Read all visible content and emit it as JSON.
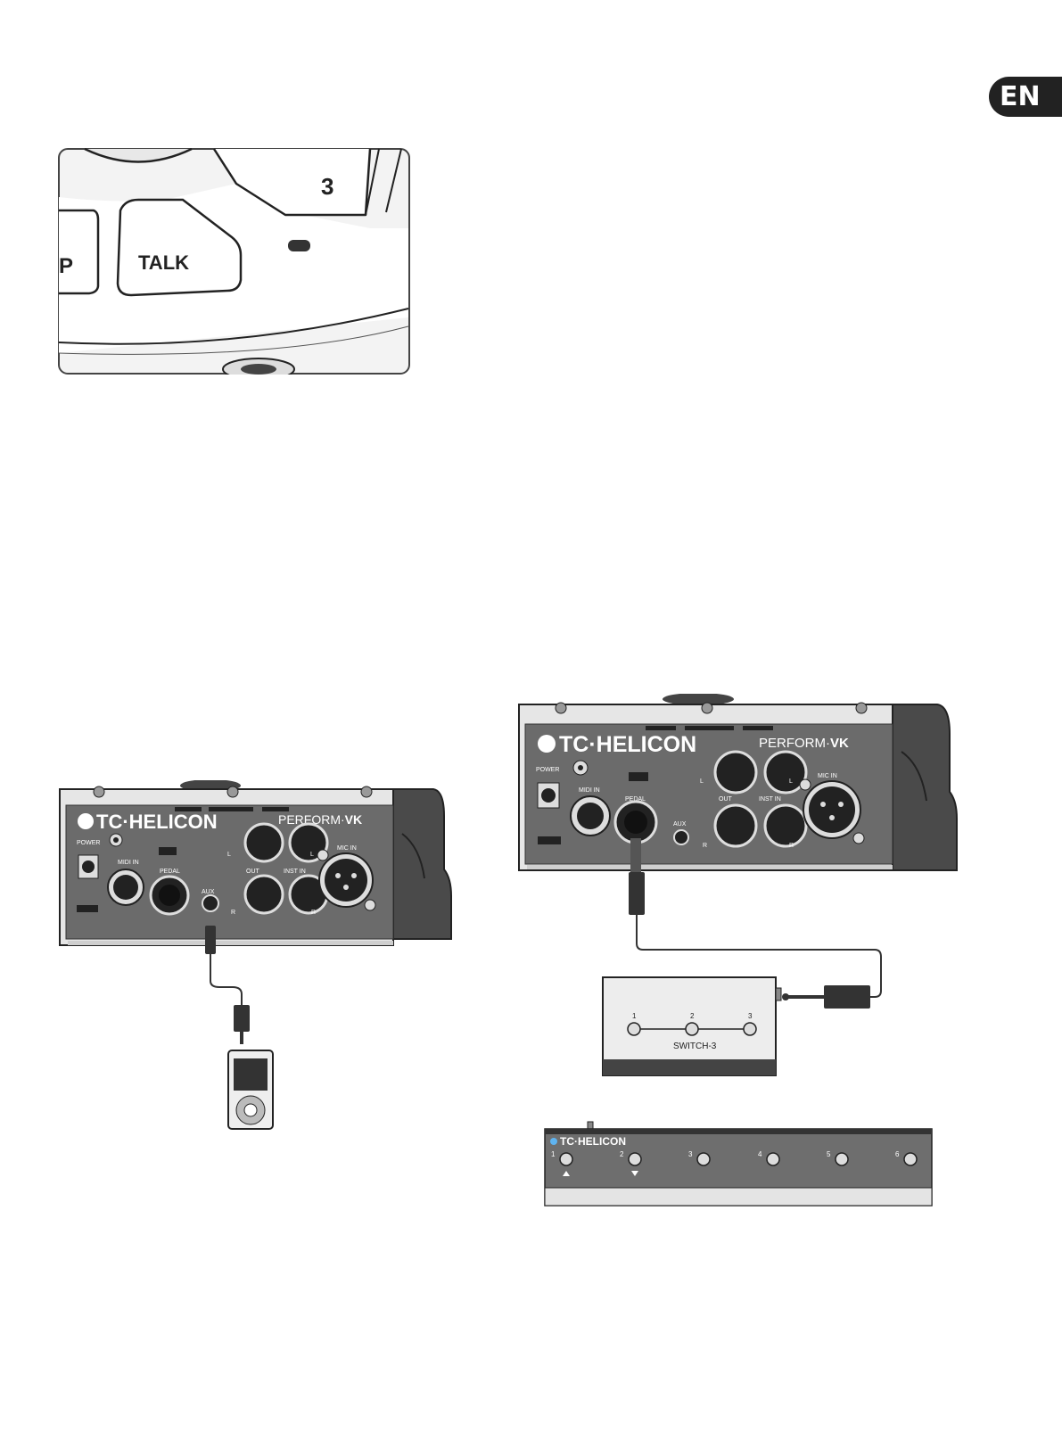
{
  "page": {
    "language_tab": "EN"
  },
  "figure_buttons": {
    "talk_label": "TALK",
    "three_label": "3",
    "partial_label": "P"
  },
  "unit_panel": {
    "brand": "TC·HELICON",
    "model_prefix": "PERFORM·",
    "model_suffix": "VK",
    "power": "POWER",
    "midi_in": "MIDI IN",
    "pedal": "PEDAL",
    "aux": "AUX",
    "out": "OUT",
    "inst_in": "INST IN",
    "mic_in": "MIC IN",
    "l": "L",
    "r": "R"
  },
  "switch3": {
    "title": "SWITCH-3",
    "numbers": [
      "1",
      "2",
      "3"
    ]
  },
  "switch6": {
    "brand": "TC·HELICON",
    "numbers": [
      "1",
      "2",
      "3",
      "4",
      "5",
      "6"
    ]
  },
  "colors": {
    "panel": "#6b6b6b",
    "panel_dark": "#3d3d3d",
    "jack": "#1e1e1e",
    "light": "#eeeeee"
  }
}
